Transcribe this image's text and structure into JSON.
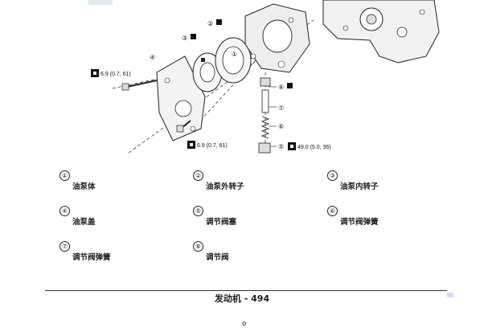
{
  "diagram": {
    "callouts": [
      "①",
      "②",
      "③",
      "④",
      "⑤",
      "⑥",
      "⑦",
      "⑧"
    ],
    "torque_specs": {
      "left": "6.9 (0.7, 61)",
      "bottom": "6.9 (0.7, 61)",
      "regulator": "49.0 (5.0, 36)"
    }
  },
  "legend": [
    {
      "num": "①",
      "name": "油泵体"
    },
    {
      "num": "②",
      "name": "油泵外转子"
    },
    {
      "num": "③",
      "name": "油泵内转子"
    },
    {
      "num": "④",
      "name": "油泵盖"
    },
    {
      "num": "⑤",
      "name": "调节阀塞"
    },
    {
      "num": "⑥",
      "name": "调节阀弹簧"
    },
    {
      "num": "⑦",
      "name": "调节阀弹簧"
    },
    {
      "num": "⑧",
      "name": "调节阀"
    }
  ],
  "footer": {
    "page_label": "发动机 - 494"
  },
  "bottom_mark": "o"
}
